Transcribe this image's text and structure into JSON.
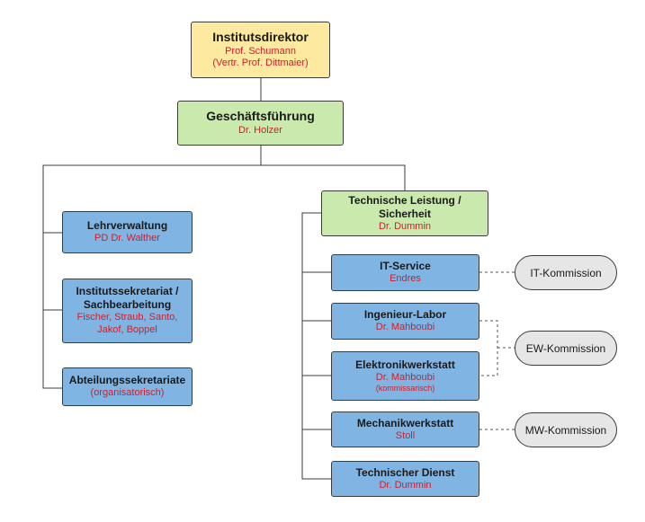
{
  "director": {
    "title": "Institutsdirektor",
    "name": "Prof. Schumann",
    "deputy": "(Vertr. Prof. Dittmaier)"
  },
  "management": {
    "title": "Geschäftsführung",
    "name": "Dr. Holzer"
  },
  "left": {
    "teaching": {
      "title": "Lehrverwaltung",
      "name": "PD Dr. Walther"
    },
    "secretariat": {
      "title_1": "Institutssekretariat /",
      "title_2": "Sachbearbeitung",
      "names_1": "Fischer, Straub, Santo,",
      "names_2": "Jakof, Boppel"
    },
    "dept_secretariats": {
      "title": "Abteilungssekretariate",
      "note": "(organisatorisch)"
    }
  },
  "technical": {
    "head": {
      "title_1": "Technische Leistung /",
      "title_2": "Sicherheit",
      "name": "Dr. Dummin"
    },
    "it": {
      "title": "IT-Service",
      "name": "Endres"
    },
    "lab": {
      "title": "Ingenieur-Labor",
      "name": "Dr. Mahboubi"
    },
    "electronics": {
      "title": "Elektronikwerkstatt",
      "name": "Dr. Mahboubi",
      "note": "(kommissarisch)"
    },
    "mechanics": {
      "title": "Mechanikwerkstatt",
      "name": "Stoll"
    },
    "service": {
      "title": "Technischer Dienst",
      "name": "Dr. Dummin"
    }
  },
  "committees": {
    "it": "IT-Kommission",
    "ew": "EW-Kommission",
    "mw": "MW-Kommission"
  }
}
